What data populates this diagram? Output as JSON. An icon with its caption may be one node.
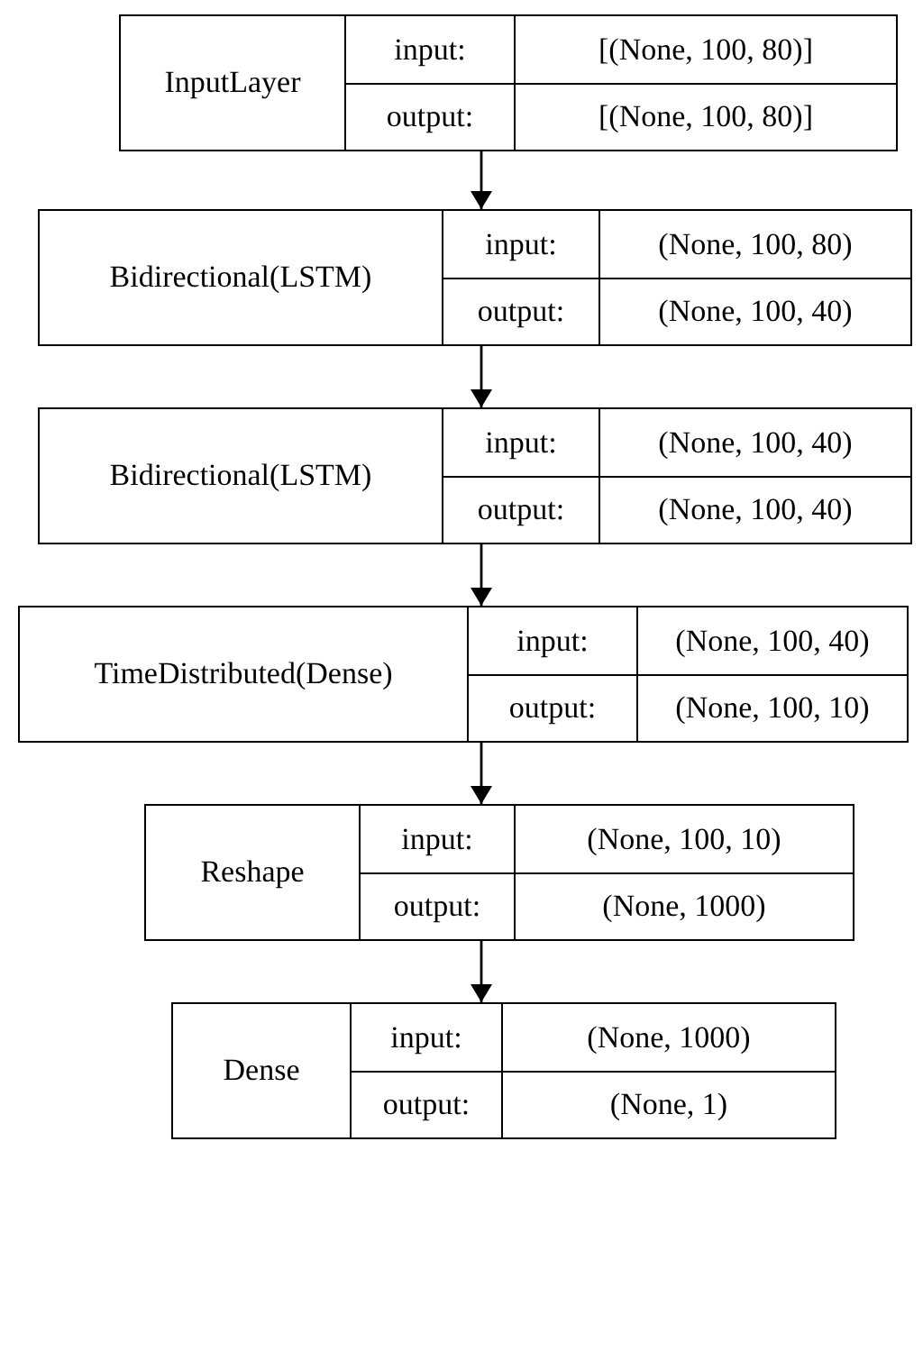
{
  "diagram": {
    "nodes": [
      {
        "text": [
          "InputLayer",
          "input:",
          "[(None, 100, 80)]",
          "output:",
          "[(None, 100, 80)]"
        ]
      },
      {
        "text": [
          "Bidirectional(LSTM)",
          "input:",
          "(None, 100, 80)",
          "output:",
          "(None, 100, 40)"
        ]
      },
      {
        "text": [
          "Bidirectional(LSTM)",
          "input:",
          "(None, 100, 40)",
          "output:",
          "(None, 100, 40)"
        ]
      },
      {
        "text": [
          "TimeDistributed(Dense)",
          "input:",
          "(None, 100, 40)",
          "output:",
          "(None, 100, 10)"
        ]
      },
      {
        "text": [
          "Reshape",
          "input:",
          "(None, 100, 10)",
          "output:",
          "(None, 1000)"
        ]
      },
      {
        "text": [
          "Dense",
          "input:",
          "(None, 1000)",
          "output:",
          "(None, 1)"
        ]
      }
    ],
    "edges": [
      {
        "from": 0,
        "to": 1,
        "arrow": "to"
      },
      {
        "from": 1,
        "to": 2,
        "arrow": "to"
      },
      {
        "from": 2,
        "to": 3,
        "arrow": "to"
      },
      {
        "from": 3,
        "to": 4,
        "arrow": "to"
      },
      {
        "from": 4,
        "to": 5,
        "arrow": "to"
      }
    ]
  }
}
